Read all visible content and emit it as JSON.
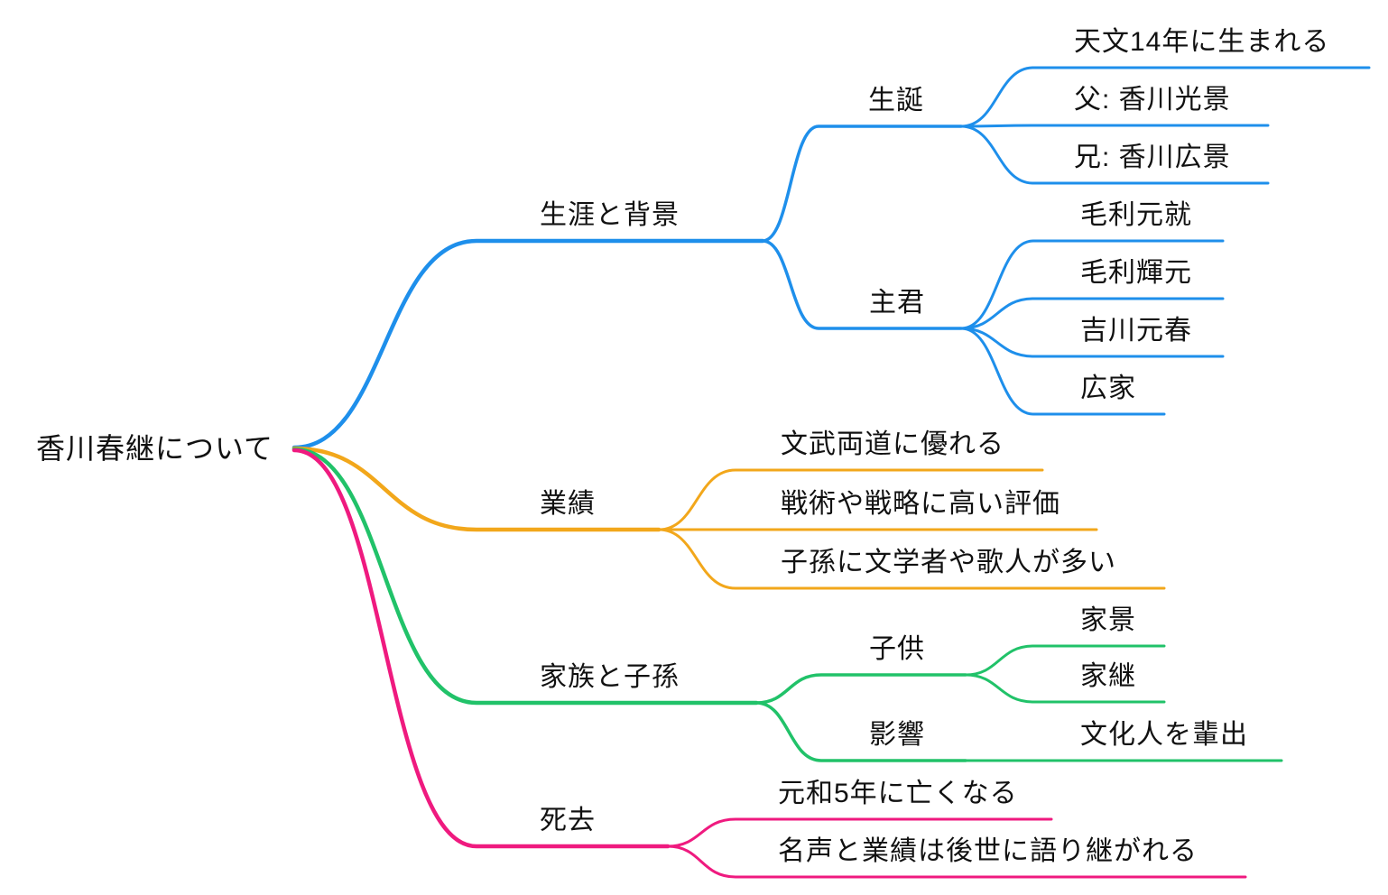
{
  "colors": {
    "branch_life": "#1E8FEB",
    "branch_achievements": "#F2A71B",
    "branch_family": "#21C269",
    "branch_death": "#EF1A7F",
    "text": "#111111"
  },
  "mindmap": {
    "root": {
      "label": "香川春継について"
    },
    "branches": [
      {
        "label": "生涯と背景",
        "color": "#1E8FEB",
        "children": [
          {
            "label": "生誕",
            "children": [
              {
                "label": "天文14年に生まれる"
              },
              {
                "label": "父: 香川光景"
              },
              {
                "label": "兄: 香川広景"
              }
            ]
          },
          {
            "label": "主君",
            "children": [
              {
                "label": "毛利元就"
              },
              {
                "label": "毛利輝元"
              },
              {
                "label": "吉川元春"
              },
              {
                "label": "広家"
              }
            ]
          }
        ]
      },
      {
        "label": "業績",
        "color": "#F2A71B",
        "children": [
          {
            "label": "文武両道に優れる"
          },
          {
            "label": "戦術や戦略に高い評価"
          },
          {
            "label": "子孫に文学者や歌人が多い"
          }
        ]
      },
      {
        "label": "家族と子孫",
        "color": "#21C269",
        "children": [
          {
            "label": "子供",
            "children": [
              {
                "label": "家景"
              },
              {
                "label": "家継"
              }
            ]
          },
          {
            "label": "影響",
            "children": [
              {
                "label": "文化人を輩出"
              }
            ]
          }
        ]
      },
      {
        "label": "死去",
        "color": "#EF1A7F",
        "children": [
          {
            "label": "元和5年に亡くなる"
          },
          {
            "label": "名声と業績は後世に語り継がれる"
          }
        ]
      }
    ]
  }
}
